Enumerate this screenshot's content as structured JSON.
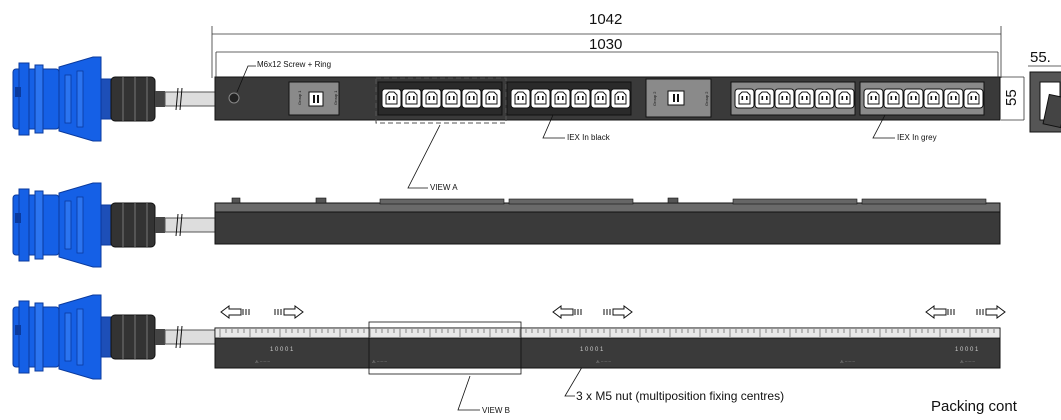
{
  "dimensions": {
    "overall_length": "1042",
    "body_length": "1030",
    "height": "55",
    "side_width": "55."
  },
  "annotations": {
    "screw": "M6x12  Screw + Ring",
    "view_a": "VIEW A",
    "view_b": "VIEW B",
    "iec_black": "IEX In black",
    "iec_grey": "IEX In grey",
    "nut_note": "3 x M5 nut (multiposition fixing centres)",
    "packing": "Packing cont"
  },
  "breakers": {
    "group1_left": "Group 1",
    "group1_right": "Group 1",
    "group2_left": "Group 2",
    "group2_right": "Group 2"
  },
  "colors": {
    "plug_blue": "#1560e6",
    "plug_dark": "#0a3a9e",
    "bar_dark": "#3a3a3a",
    "socket_grey": "#8a8a8a",
    "line": "#111111"
  },
  "icons": [
    "arrow-left-icon",
    "arrow-right-icon",
    "blue-industrial-plug-icon"
  ]
}
